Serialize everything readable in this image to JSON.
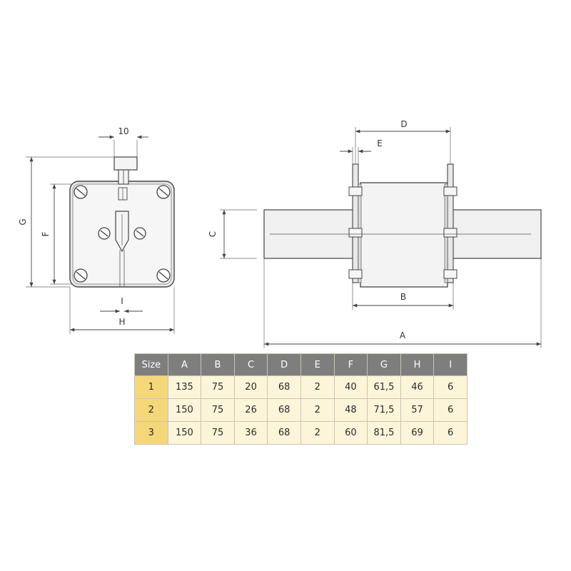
{
  "dimension_labels": {
    "a": "A",
    "b": "B",
    "c": "C",
    "d": "D",
    "e": "E",
    "f": "F",
    "g": "G",
    "h": "H",
    "i": "I",
    "ten": "10"
  },
  "table": {
    "headers": [
      "Size",
      "A",
      "B",
      "C",
      "D",
      "E",
      "F",
      "G",
      "H",
      "I"
    ],
    "rows": [
      [
        "1",
        "135",
        "75",
        "20",
        "68",
        "2",
        "40",
        "61,5",
        "46",
        "6"
      ],
      [
        "2",
        "150",
        "75",
        "26",
        "68",
        "2",
        "48",
        "71,5",
        "57",
        "6"
      ],
      [
        "3",
        "150",
        "75",
        "36",
        "68",
        "2",
        "60",
        "81,5",
        "69",
        "6"
      ]
    ]
  },
  "colors": {
    "header_bg": "#7e7e7e",
    "size_cell_bg": "#f5d77a",
    "body_cell_bg": "#fdf5d9",
    "line": "#4a4a4a"
  }
}
